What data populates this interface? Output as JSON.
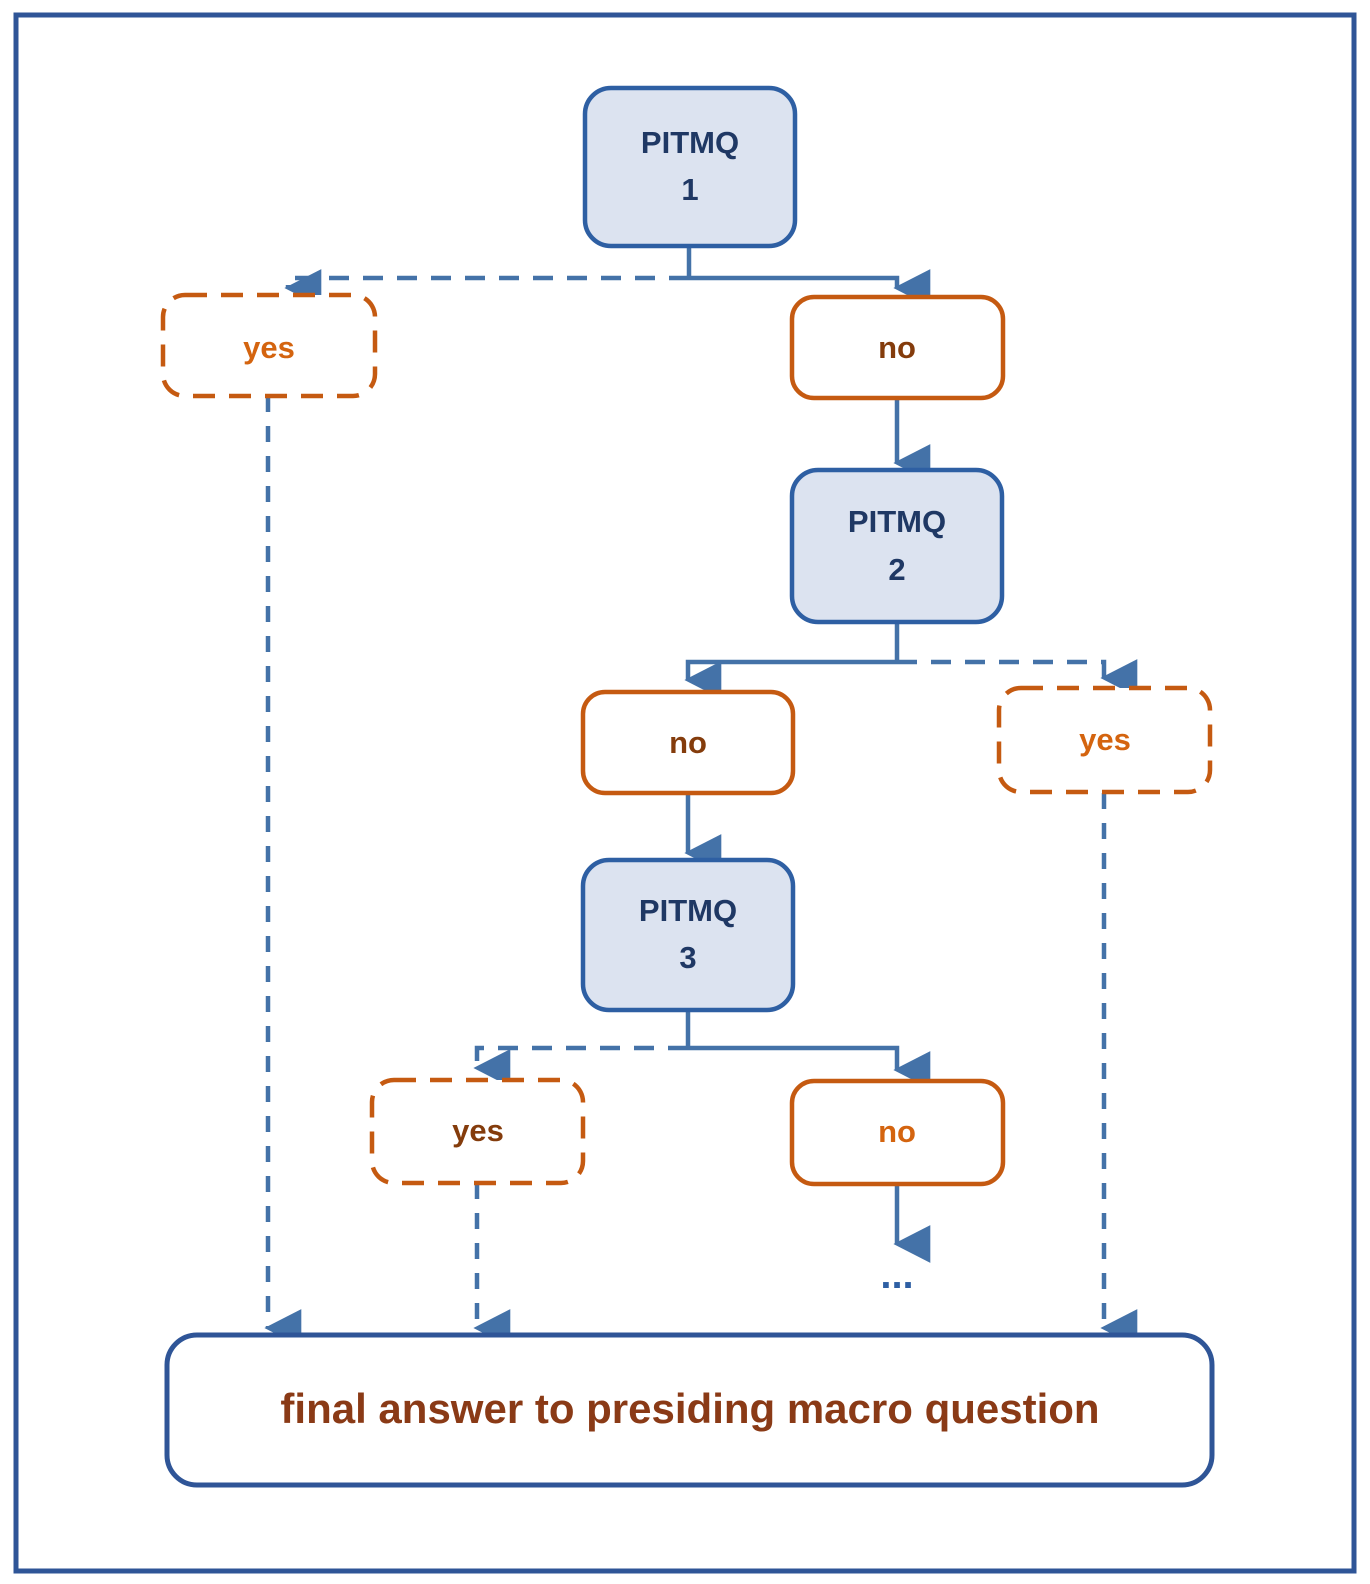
{
  "figure": {
    "kind": "decision-flowchart",
    "frame": {
      "border_color": "#2f5597"
    }
  },
  "colors": {
    "question_fill": "#dce3f0",
    "question_border": "#2e5fa3",
    "question_text": "#1f3864",
    "no_border": "#c55a11",
    "no_text": "#843c0c",
    "yes_border": "#c55a11",
    "yes_text_light": "#d4640f",
    "yes_text_dark": "#843c0c",
    "final_border": "#2f5597",
    "final_text": "#8a3a16",
    "connector": "#4472a8",
    "dots": "#2e5fa3"
  },
  "nodes": {
    "question1": {
      "line1": "PITMQ",
      "line2": "1"
    },
    "question2": {
      "line1": "PITMQ",
      "line2": "2"
    },
    "question3": {
      "line1": "PITMQ",
      "line2": "3"
    },
    "yes1": {
      "label": "yes"
    },
    "no1": {
      "label": "no"
    },
    "no2": {
      "label": "no"
    },
    "yes2": {
      "label": "yes"
    },
    "yes3": {
      "label": "yes"
    },
    "no3": {
      "label": "no"
    },
    "ellipsis": {
      "label": "..."
    },
    "final": {
      "label": "final answer to presiding macro question"
    }
  },
  "edges": [
    {
      "from": "question1",
      "to": "yes1",
      "style": "dashed",
      "branch": "yes"
    },
    {
      "from": "question1",
      "to": "no1",
      "style": "solid",
      "branch": "no"
    },
    {
      "from": "no1",
      "to": "question2",
      "style": "solid"
    },
    {
      "from": "question2",
      "to": "no2",
      "style": "solid",
      "branch": "no"
    },
    {
      "from": "question2",
      "to": "yes2",
      "style": "dashed",
      "branch": "yes"
    },
    {
      "from": "no2",
      "to": "question3",
      "style": "solid"
    },
    {
      "from": "question3",
      "to": "yes3",
      "style": "dashed",
      "branch": "yes"
    },
    {
      "from": "question3",
      "to": "no3",
      "style": "solid",
      "branch": "no"
    },
    {
      "from": "no3",
      "to": "ellipsis",
      "style": "solid"
    },
    {
      "from": "yes1",
      "to": "final",
      "style": "dashed"
    },
    {
      "from": "yes3",
      "to": "final",
      "style": "dashed"
    },
    {
      "from": "yes2",
      "to": "final",
      "style": "dashed"
    }
  ]
}
